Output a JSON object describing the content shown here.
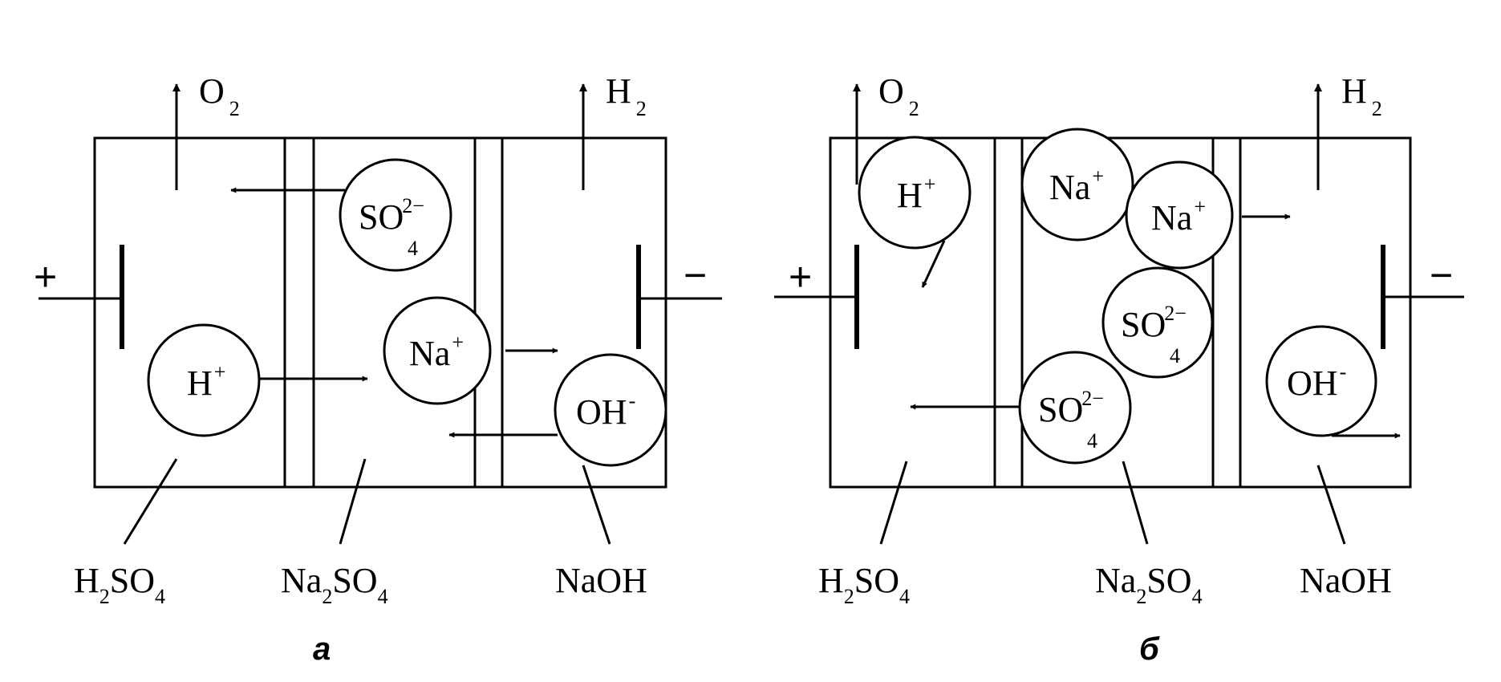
{
  "sign_plus": "+",
  "sign_minus": "−",
  "o2": {
    "base": "O",
    "sub": "2"
  },
  "h2": {
    "base": "H",
    "sub": "2"
  },
  "hplus": {
    "base": "H",
    "sup": "+"
  },
  "naplus": {
    "base": "Na",
    "sup": "+"
  },
  "so4": {
    "base": "SO",
    "sub": "4",
    "sup": "2−"
  },
  "oh": {
    "base": "OH",
    "sup": "-"
  },
  "h2so4": {
    "a": "H",
    "b": "2",
    "c": "SO",
    "d": "4"
  },
  "na2so4": {
    "a": "Na",
    "b": "2",
    "c": "SO",
    "d": "4"
  },
  "naoh": "NaOH",
  "caption_a": "а",
  "caption_b": "б"
}
